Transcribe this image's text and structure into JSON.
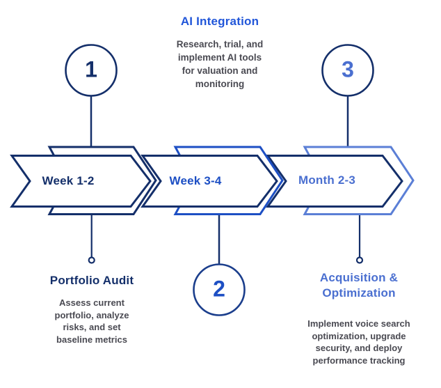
{
  "colors": {
    "navy": "#142f6a",
    "royal": "#1d4fc4",
    "light": "#5b7fd6",
    "mid_blue": "#4a6fd0",
    "title_blue": "#2156d9",
    "gray_text": "#4a4a52",
    "background": "#ffffff"
  },
  "timeline": {
    "steps": [
      {
        "number": "1",
        "label": "Week 1-2",
        "title": "Portfolio Audit",
        "description_lines": [
          "Assess current",
          "portfolio, analyze",
          "risks, and set",
          "baseline metrics"
        ]
      },
      {
        "number": "2",
        "label": "Week 3-4",
        "title": "AI Integration",
        "description_lines": [
          "Research, trial, and",
          "implement AI tools",
          "for valuation and",
          "monitoring"
        ]
      },
      {
        "number": "3",
        "label": "Month 2-3",
        "title_lines": [
          "Acquisition &",
          "Optimization"
        ],
        "description_lines": [
          "Implement voice search",
          "optimization, upgrade",
          "security, and deploy",
          "performance tracking"
        ]
      }
    ]
  }
}
